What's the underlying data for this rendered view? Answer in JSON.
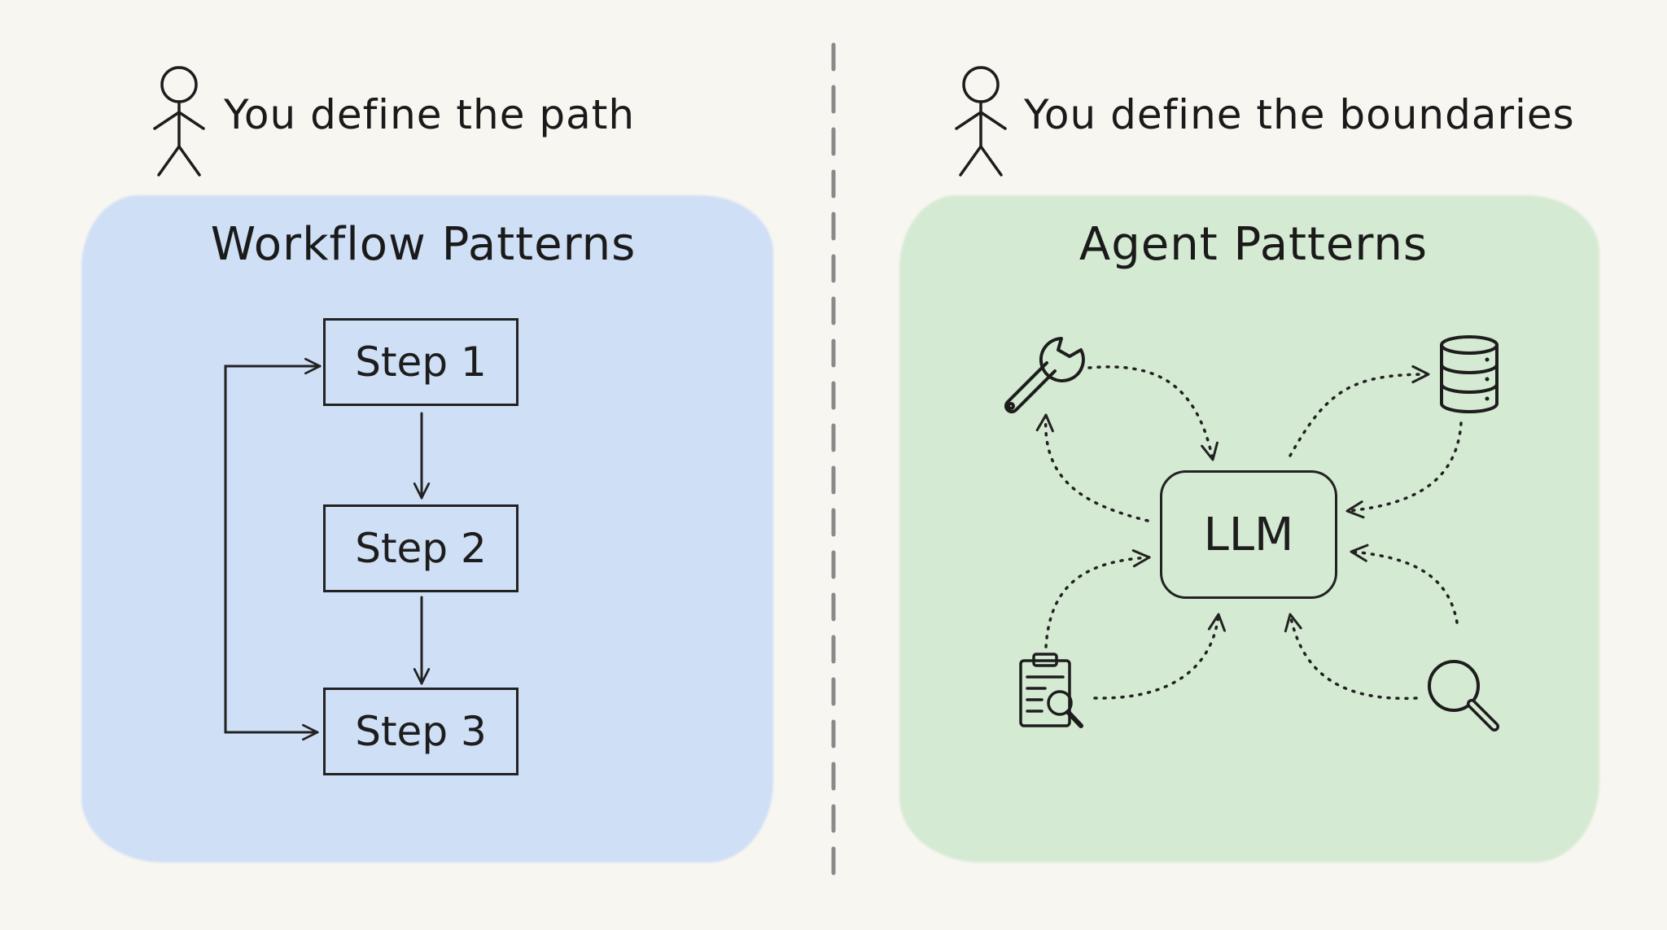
{
  "left": {
    "caption": "You define the path",
    "title": "Workflow Patterns",
    "steps": [
      "Step 1",
      "Step 2",
      "Step 3"
    ]
  },
  "right": {
    "caption": "You define the boundaries",
    "title": "Agent Patterns",
    "center": "LLM",
    "tools": [
      "wrench-icon",
      "database-icon",
      "clipboard-search-icon",
      "magnifier-icon"
    ]
  },
  "colors": {
    "left_panel": "#cfdff6",
    "right_panel": "#d5ead3",
    "background": "#f8f6f1",
    "ink": "#222222",
    "divider": "#8a8a8a"
  }
}
